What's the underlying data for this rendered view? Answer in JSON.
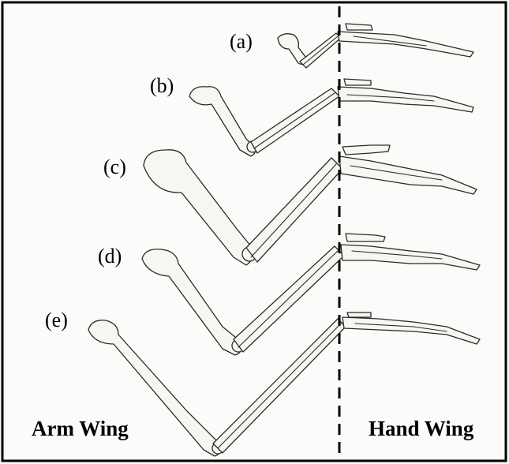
{
  "labels": {
    "a": "(a)",
    "b": "(b)",
    "c": "(c)",
    "d": "(d)",
    "e": "(e)"
  },
  "regions": {
    "arm": "Arm Wing",
    "hand": "Hand Wing"
  },
  "colors": {
    "frame": "#000000",
    "divider": "#000000",
    "bone_fill": "#f7f6f1",
    "bone_outline": "#2a2a2a"
  }
}
